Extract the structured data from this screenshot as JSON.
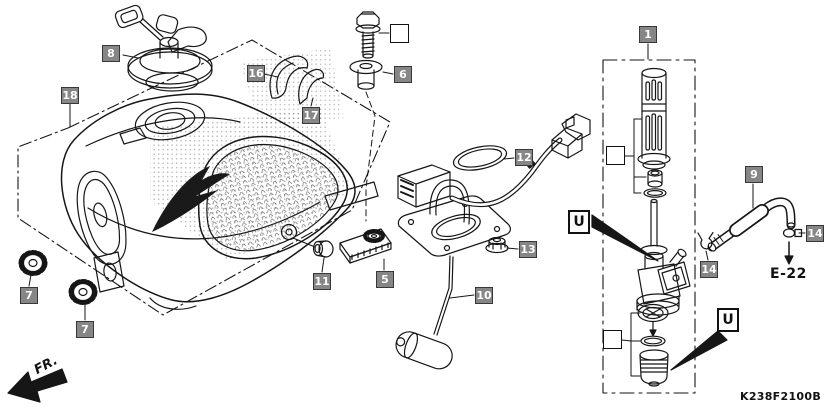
{
  "diagram": {
    "code": "K238F2100B",
    "front_marker": "FR.",
    "external_ref": "E-22"
  },
  "part_labels": {
    "p1": "1",
    "p5": "5",
    "p6": "6",
    "p7a": "7",
    "p7b": "7",
    "p8": "8",
    "p9": "9",
    "p10": "10",
    "p11": "11",
    "p12": "12",
    "p13": "13",
    "p14a": "14",
    "p14b": "14",
    "p16": "16",
    "p17": "17",
    "p18": "18"
  },
  "ref_boxes": {
    "u1": "U",
    "u2": "U"
  },
  "colors": {
    "background": "#ffffff",
    "line": "#161616",
    "label_bg": "#868686",
    "label_border": "#383838",
    "label_text": "#ffffff"
  }
}
